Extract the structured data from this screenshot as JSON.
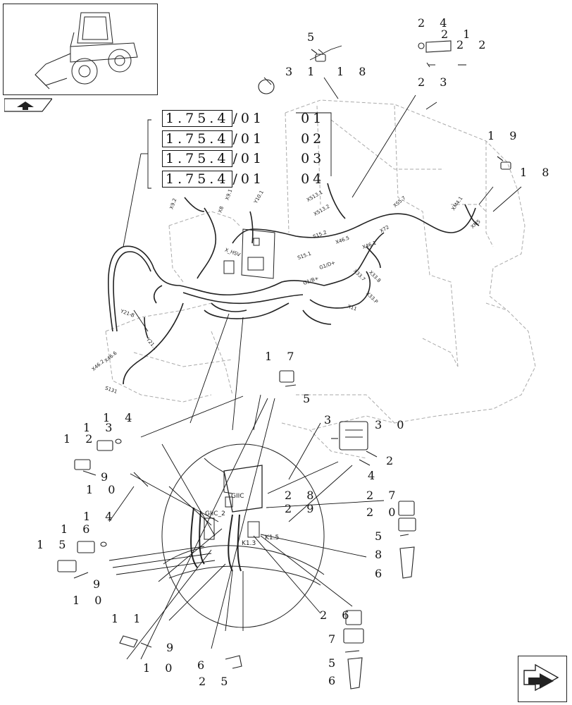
{
  "references": [
    {
      "prefix": "1.75.4",
      "suffix": "/01",
      "page": "01",
      "boxed_digit": "1"
    },
    {
      "prefix": "1.75.4",
      "suffix": "/01",
      "page": "02"
    },
    {
      "prefix": "1.75.4",
      "suffix": "/01",
      "page": "03"
    },
    {
      "prefix": "1.75.4",
      "suffix": "/01",
      "page": "04"
    }
  ],
  "callouts": {
    "c5_top": "5",
    "c31": "3 1",
    "c18_top": "1 8",
    "c24": "2 4",
    "c21": "2 1",
    "c22": "2 2",
    "c23": "2 3",
    "c19": "1 9",
    "c18_right": "1 8",
    "c17": "1 7",
    "c5_mid": "5",
    "c3": "3",
    "c30": "3 0",
    "c2": "2",
    "c4": "4",
    "c14_a": "1 4",
    "c13": "1 3",
    "c12": "1 2",
    "c9_a": "9",
    "c10_a": "1 0",
    "c28": "2 8",
    "c29": "2 9",
    "c27": "2 7",
    "c20": "2 0",
    "c5_r": "5",
    "c8": "8",
    "c6_r": "6",
    "c14_b": "1 4",
    "c16": "1 6",
    "c15": "1 5",
    "c9_b": "9",
    "c10_b": "1 0",
    "c11": "1 1",
    "c9_c": "9",
    "c10_c": "1 0",
    "c6_b": "6",
    "c25": "2 5",
    "c26": "2 6",
    "c7": "7",
    "c5_b": "5",
    "c6_bb": "6"
  },
  "connectors": {
    "x9_1": "X9.1",
    "x9_2": "X9.2",
    "x8": "X8",
    "y10_1": "Y10.1",
    "xs13_1": "XS13.1",
    "xs13_2": "XS13.2",
    "xs5_7": "XS5.7",
    "xm4_1": "XM4.1",
    "xm5": "XM5",
    "x_hsv": "X_HSV",
    "s15_2": "S15.2",
    "x46_5": "X46.5",
    "x72": "X72",
    "s15_1": "S15.1",
    "g1d": "G1/D+",
    "x46_1": "X46.1",
    "g1b": "G1/B+",
    "x33_7": "X33.7",
    "x33_8": "X33.8",
    "x33_p": "X33.P",
    "x11": "X11",
    "y21_b": "Y21-B",
    "y21_1": "Y21.1",
    "x46_2": "X46.2",
    "x46_6": "X46.6",
    "s131": "S131",
    "gic_top": "GIIC",
    "gic_2": "GIIC_2",
    "k1_3": "K1.3",
    "k1_5": "K1.5"
  },
  "icons": {
    "thumbnail": "wheel-loader-thumbnail",
    "tab": "page-tab-icon",
    "nav": "next-page-arrow-icon"
  }
}
